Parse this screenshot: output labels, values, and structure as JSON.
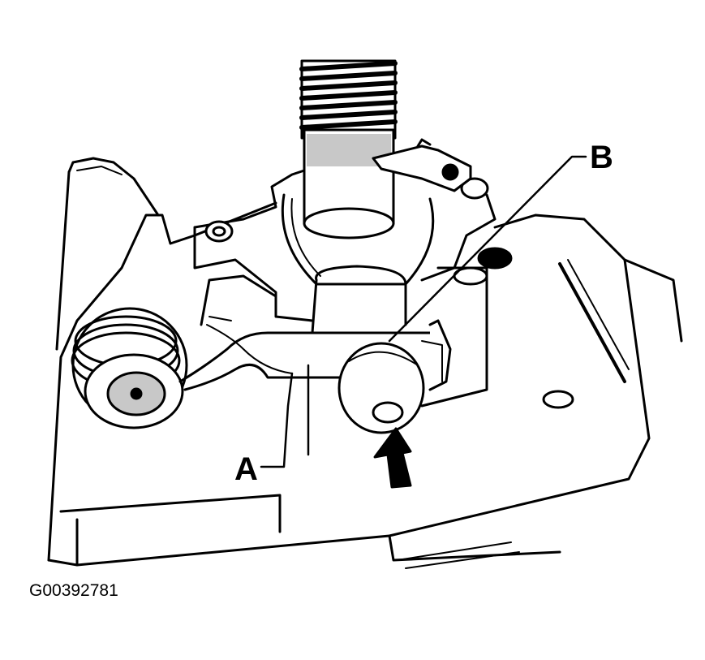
{
  "diagram": {
    "callouts": [
      {
        "label": "A"
      },
      {
        "label": "B"
      }
    ],
    "figure_id": "G00392781"
  },
  "colors": {
    "ink": "#000000",
    "paper": "#ffffff",
    "shade": "#c8c8c8"
  },
  "icons": {
    "pointer": "up-arrow-icon"
  }
}
